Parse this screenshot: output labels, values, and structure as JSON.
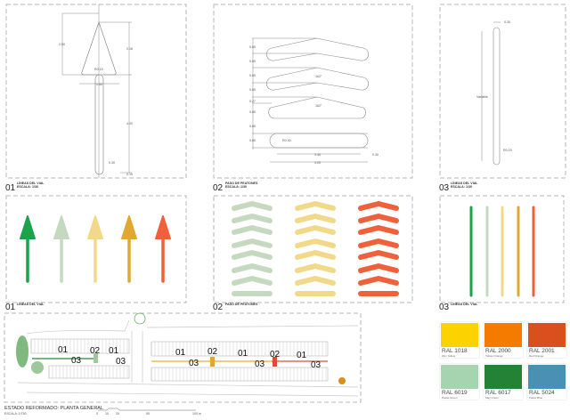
{
  "panels_top": {
    "p1": {
      "number": "01",
      "title": "LÍNEAS DEL VIAL",
      "scale": "ESCALA: 1/30",
      "dims": [
        "2.50",
        "2.16",
        "R0.15",
        "1.50",
        "4.00",
        "0.30",
        "0.15"
      ]
    },
    "p2": {
      "number": "02",
      "title": "PASO DE PEATONES",
      "scale": "ESCALA: 1/30",
      "dims": [
        "0.60",
        "0.60",
        "0.60",
        "0.60",
        "0.27",
        "0.60",
        "0.60",
        "0.60",
        "162°",
        "162°",
        "R0.30",
        "3.40",
        "0.30",
        "4.00"
      ]
    },
    "p3": {
      "number": "03",
      "title": "LÍNEAS DEL VIAL",
      "scale": "ESCALA: 1/30",
      "dims": [
        "0.30",
        "Variable",
        "R0.15"
      ]
    }
  },
  "panels_mid": {
    "p1": {
      "number": "01",
      "title": "LÍNEAS DEL VIAL"
    },
    "p2": {
      "number": "02",
      "title": "PASO DE PEATONES"
    },
    "p3": {
      "number": "03",
      "title": "LÍNEAS DEL VIAL"
    }
  },
  "palette": {
    "green": "#1aa34a",
    "pastel": "#c5d8c0",
    "yellow": "#f2d98a",
    "ochre": "#e0a830",
    "red": "#f0603a"
  },
  "plan": {
    "title": "ESTADO REFORMADO: PLANTA GENERAL",
    "scale": "ESCALA: 1/750",
    "scale_ticks": [
      "0",
      "10",
      "20",
      "50",
      "100 m"
    ],
    "labels": [
      "01",
      "02",
      "01",
      "03",
      "03",
      "01",
      "02",
      "03",
      "01",
      "03",
      "02",
      "01",
      "03"
    ]
  },
  "ral": [
    {
      "code": "RAL 1018",
      "name": "Zinc Yellow",
      "color": "#fcd200"
    },
    {
      "code": "RAL 2000",
      "name": "Yellow Orange",
      "color": "#f47a00"
    },
    {
      "code": "RAL 2001",
      "name": "Red Orange",
      "color": "#d9501e"
    },
    {
      "code": "RAL 6019",
      "name": "Pastel Green",
      "color": "#a7d4b0"
    },
    {
      "code": "RAL 6017",
      "name": "May Green",
      "color": "#238236"
    },
    {
      "code": "RAL 5024",
      "name": "Pastel Blue",
      "color": "#4a8fb4"
    }
  ]
}
